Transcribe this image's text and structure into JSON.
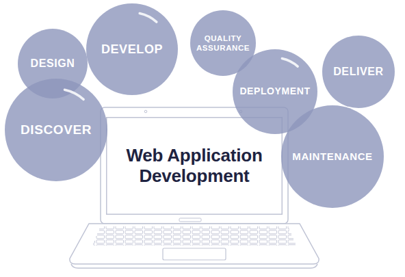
{
  "diagram": {
    "nodes": [
      {
        "text": [
          "DEVELOP"
        ]
      },
      {
        "text": [
          "QUALITY ASSURANCE"
        ]
      },
      {
        "text": [
          "DESIGN"
        ]
      },
      {
        "text": [
          "DELIVER"
        ]
      },
      {
        "text": [
          "DEPLOYMENT"
        ]
      },
      {
        "text": [
          "DISCOVER"
        ]
      },
      {
        "text": [
          "MAINTENANCE"
        ]
      },
      {
        "text": [
          "Web Application Development"
        ]
      }
    ]
  }
}
